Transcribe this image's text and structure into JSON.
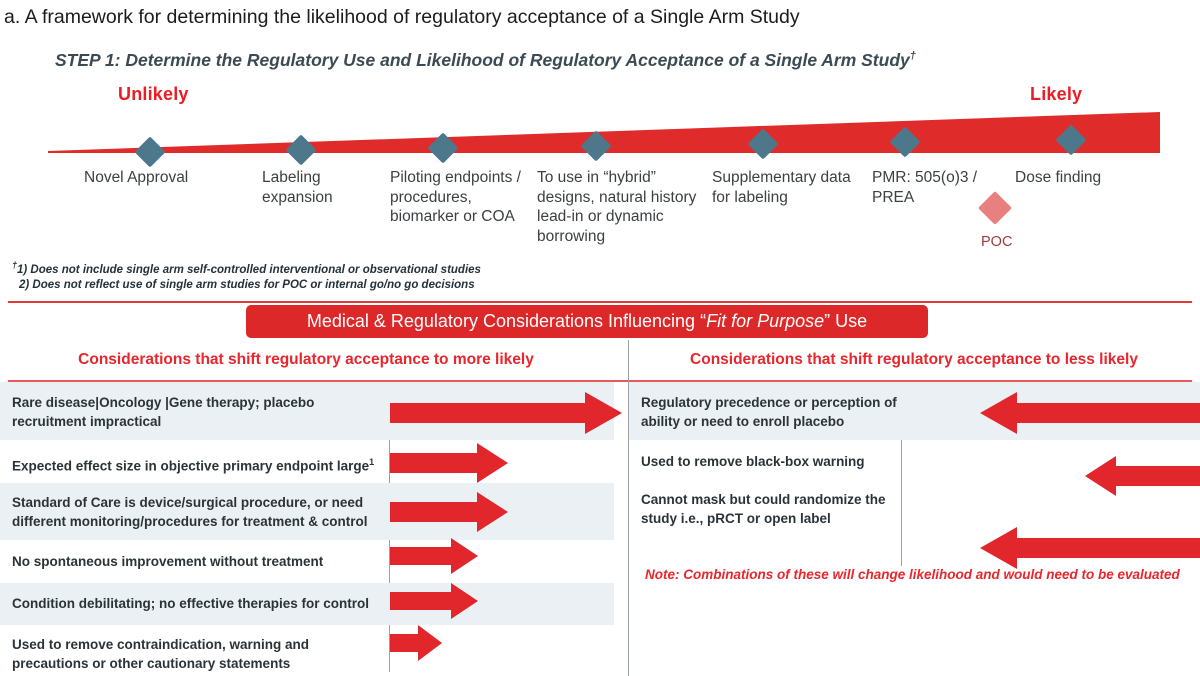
{
  "figure": {
    "caption": "a. A framework for determining the likelihood of regulatory acceptance of a Single Arm Study",
    "step_title": "STEP 1: Determine the Regulatory Use and Likelihood of Regulatory Acceptance of a Single Arm Study",
    "step_title_marker": "†"
  },
  "spectrum": {
    "low_label": "Unlikely",
    "high_label": "Likely",
    "ticks": [
      {
        "label": "Novel Approval"
      },
      {
        "label": "Labeling expansion"
      },
      {
        "label": "Piloting endpoints / procedures, biomarker or COA"
      },
      {
        "label": "To use in “hybrid” designs, natural history lead-in or dynamic borrowing"
      },
      {
        "label": "Supplementary data for labeling"
      },
      {
        "label": "PMR: 505(o)3 / PREA"
      },
      {
        "label": "Dose finding"
      }
    ],
    "poc": {
      "label": "POC",
      "marker_color": "#e8807f",
      "label_color": "#9e3a3a"
    },
    "colors": {
      "band": "#e02b2b",
      "diamond": "#4d788c",
      "accent": "#ed1c24"
    }
  },
  "footnotes": {
    "marker": "†",
    "line1": "1) Does not include single arm self-controlled interventional or observational studies",
    "line2": "2) Does not reflect use of single arm studies for POC or internal go/no go decisions"
  },
  "banner": {
    "text_before": "Medical & Regulatory Considerations Influencing “",
    "text_italic": "Fit for Purpose",
    "text_after": "” Use",
    "color": "#dc2828"
  },
  "columns": {
    "left_header": "Considerations that shift regulatory acceptance to more likely",
    "right_header": "Considerations that shift regulatory acceptance to less likely",
    "header_color": "#e8262c"
  },
  "left_rows": [
    {
      "text": "Rare disease|Oncology |Gene therapy; placebo recruitment impractical",
      "arrow_strength": 6
    },
    {
      "text": "Expected effect size in objective primary endpoint large",
      "sup": "1",
      "arrow_strength": 3
    },
    {
      "text": "Standard of Care is device/surgical procedure, or need different monitoring/procedures for treatment & control",
      "arrow_strength": 3
    },
    {
      "text": "No spontaneous improvement without treatment",
      "arrow_strength": 2
    },
    {
      "text": "Condition debilitating; no effective therapies for control",
      "arrow_strength": 2
    },
    {
      "text": "Used to remove contraindication, warning and precautions or other cautionary statements",
      "arrow_strength": 1
    }
  ],
  "right_rows": [
    {
      "text": "Regulatory precedence or perception of ability or need to enroll placebo",
      "arrow_strength": 3
    },
    {
      "text": "Used to remove black-box warning",
      "arrow_strength": 1
    },
    {
      "text": "Cannot mask but could randomize the study i.e., pRCT or open label",
      "arrow_strength": 3
    }
  ],
  "note": "Note: Combinations of these will change likelihood and would need to be evaluated",
  "arrow_color": "#e1262c",
  "row_shade_color": "#eaf0f3"
}
